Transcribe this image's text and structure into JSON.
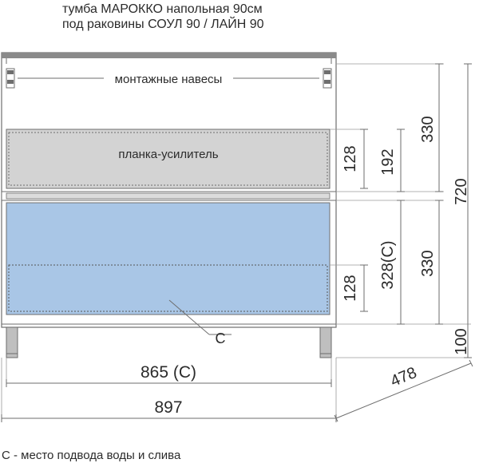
{
  "title_lines": [
    "тумба МАРОККО напольная 90см",
    "под раковины СОУЛ 90 / ЛАЙН 90"
  ],
  "labels": {
    "mounting": "монтажные навесы",
    "plank": "планка-усилитель",
    "c_marker": "С"
  },
  "dimensions": {
    "plank_height": "128",
    "upper_inner": "192",
    "upper_section": "330",
    "total_height": "720",
    "lower_drawer": "128",
    "lower_inner": "328(С)",
    "lower_section": "330",
    "legs": "100",
    "inner_width": "865 (С)",
    "total_width": "897",
    "depth": "478"
  },
  "footnote": "С - место подвода воды и слива",
  "colors": {
    "line": "#6e6e6e",
    "plank_fill": "#d3d3d3",
    "water_zone": "#a9c6e6",
    "top_bar": "#8a8a8a",
    "leg_fill": "#bfbfbf"
  }
}
